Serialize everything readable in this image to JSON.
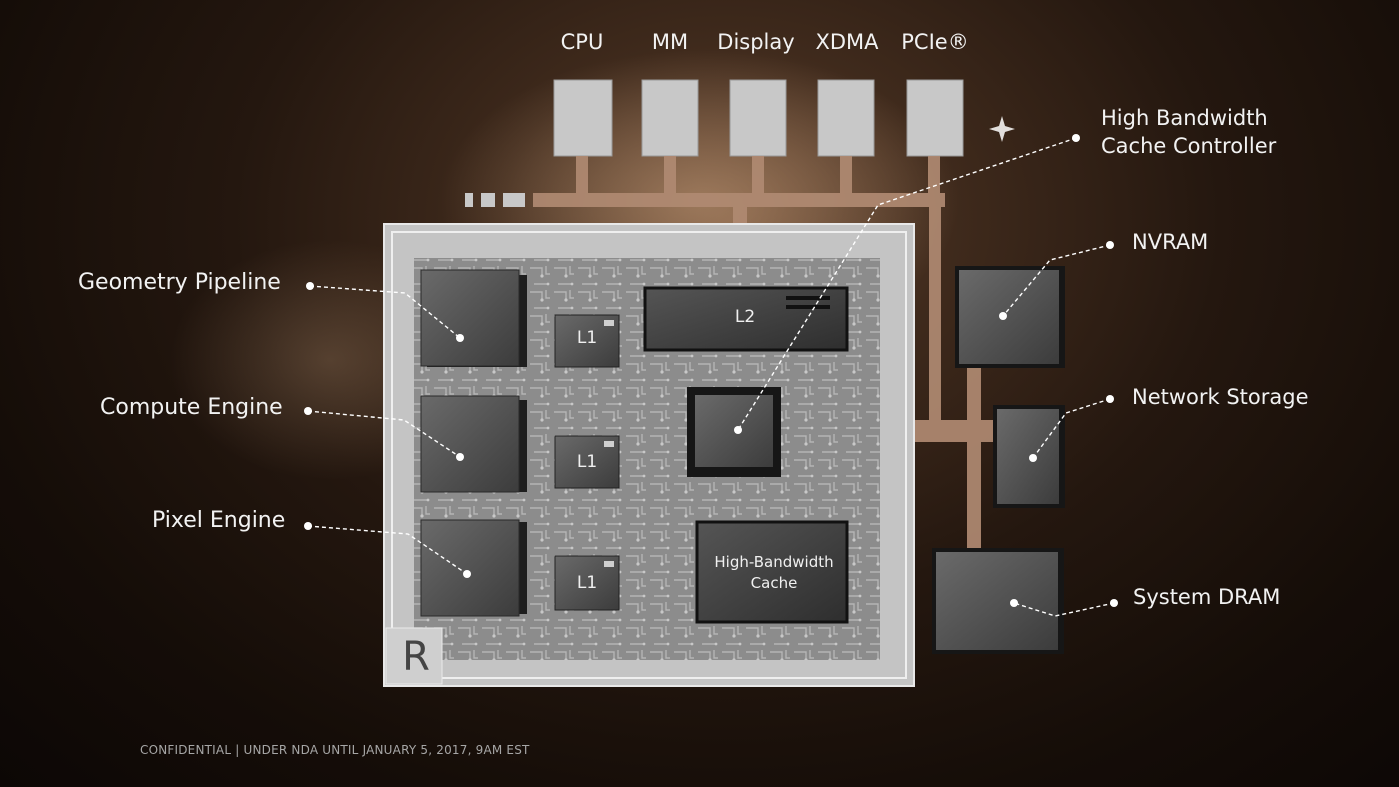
{
  "top_ports": [
    "CPU",
    "MM",
    "Display",
    "XDMA",
    "PCIe®"
  ],
  "left_labels": {
    "geometry": "Geometry Pipeline",
    "compute": "Compute Engine",
    "pixel": "Pixel Engine"
  },
  "right_labels": {
    "hbcc_line1": "High Bandwidth",
    "hbcc_line2": "Cache Controller",
    "nvram": "NVRAM",
    "network": "Network Storage",
    "dram": "System DRAM"
  },
  "chip": {
    "l1": "L1",
    "l2": "L2",
    "hbc_line1": "High-Bandwidth",
    "hbc_line2": "Cache",
    "logo": "R"
  },
  "footer": "CONFIDENTIAL | UNDER NDA UNTIL JANUARY 5, 2017, 9AM EST"
}
